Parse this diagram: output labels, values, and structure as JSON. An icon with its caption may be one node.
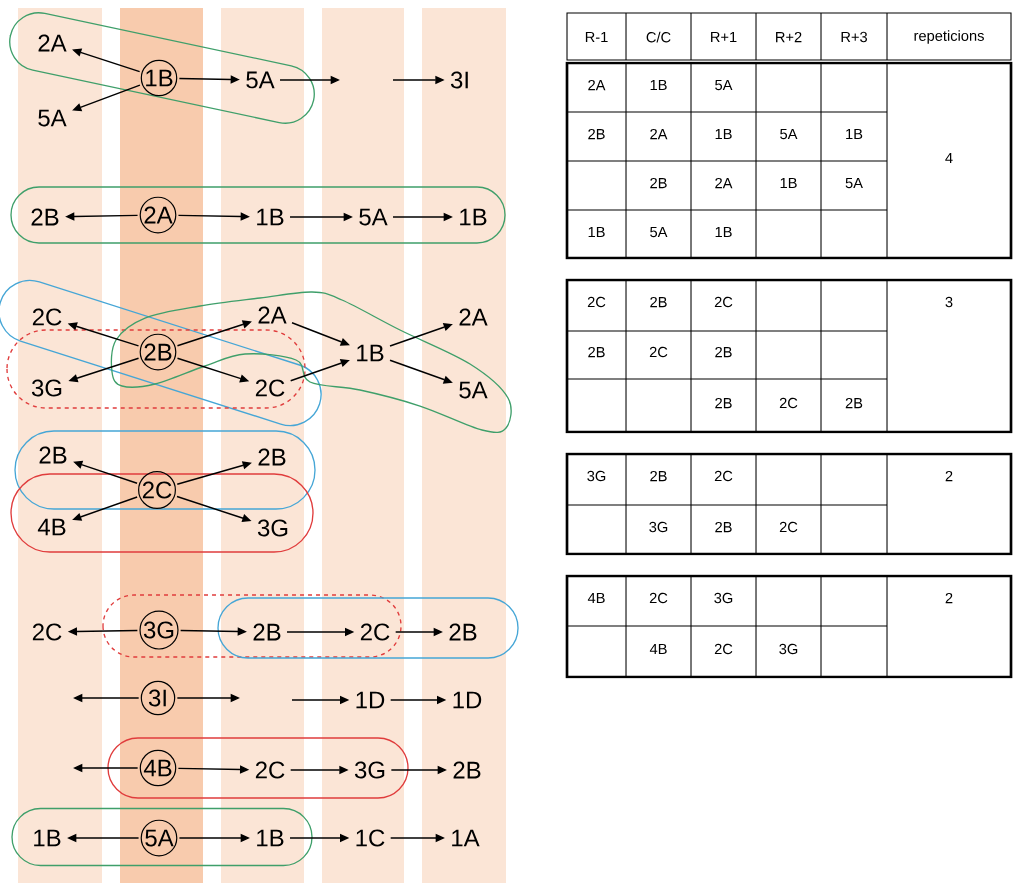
{
  "diagram": {
    "nodes": [
      {
        "text": [
          "2A"
        ]
      },
      {
        "text": [
          "1B"
        ]
      },
      {
        "text": [
          "5A"
        ]
      },
      {
        "text": [
          "3I"
        ]
      },
      {
        "text": [
          "5A"
        ]
      },
      {
        "text": [
          "2B"
        ]
      },
      {
        "text": [
          "2A"
        ]
      },
      {
        "text": [
          "1B"
        ]
      },
      {
        "text": [
          "5A"
        ]
      },
      {
        "text": [
          "1B"
        ]
      },
      {
        "text": [
          "2C"
        ]
      },
      {
        "text": [
          "2A"
        ]
      },
      {
        "text": [
          "2A"
        ]
      },
      {
        "text": [
          "2B"
        ]
      },
      {
        "text": [
          "1B"
        ]
      },
      {
        "text": [
          "3G"
        ]
      },
      {
        "text": [
          "2C"
        ]
      },
      {
        "text": [
          "5A"
        ]
      },
      {
        "text": [
          "2B"
        ]
      },
      {
        "text": [
          "2B"
        ]
      },
      {
        "text": [
          "2C"
        ]
      },
      {
        "text": [
          "4B"
        ]
      },
      {
        "text": [
          "3G"
        ]
      },
      {
        "text": [
          "2C"
        ]
      },
      {
        "text": [
          "3G"
        ]
      },
      {
        "text": [
          "2B"
        ]
      },
      {
        "text": [
          "2C"
        ]
      },
      {
        "text": [
          "2B"
        ]
      },
      {
        "text": [
          "3I"
        ]
      },
      {
        "text": [
          "1D"
        ]
      },
      {
        "text": [
          "1D"
        ]
      },
      {
        "text": [
          "4B"
        ]
      },
      {
        "text": [
          "2C"
        ]
      },
      {
        "text": [
          "3G"
        ]
      },
      {
        "text": [
          "2B"
        ]
      },
      {
        "text": [
          "1B"
        ]
      },
      {
        "text": [
          "5A"
        ]
      },
      {
        "text": [
          "1B"
        ]
      },
      {
        "text": [
          "1C"
        ]
      },
      {
        "text": [
          "1A"
        ]
      }
    ],
    "edges": [
      {
        "from": 1,
        "to": 0,
        "arrow": "to"
      },
      {
        "from": 1,
        "to": 2,
        "arrow": "to"
      },
      {
        "from": 1,
        "to": 4,
        "arrow": "to"
      },
      {
        "from": 2,
        "to": null,
        "arrow": "to"
      },
      {
        "from": null,
        "to": 3,
        "arrow": "to"
      },
      {
        "from": 6,
        "to": 5,
        "arrow": "to"
      },
      {
        "from": 6,
        "to": 7,
        "arrow": "to"
      },
      {
        "from": 7,
        "to": 8,
        "arrow": "to"
      },
      {
        "from": 8,
        "to": 9,
        "arrow": "to"
      },
      {
        "from": 13,
        "to": 10,
        "arrow": "to"
      },
      {
        "from": 13,
        "to": 11,
        "arrow": "to"
      },
      {
        "from": 11,
        "to": 14,
        "arrow": "to"
      },
      {
        "from": 14,
        "to": 12,
        "arrow": "to"
      },
      {
        "from": 13,
        "to": 15,
        "arrow": "to"
      },
      {
        "from": 13,
        "to": 16,
        "arrow": "to"
      },
      {
        "from": 16,
        "to": 14,
        "arrow": "to"
      },
      {
        "from": 14,
        "to": 17,
        "arrow": "to"
      },
      {
        "from": 20,
        "to": 18,
        "arrow": "to"
      },
      {
        "from": 20,
        "to": 19,
        "arrow": "to"
      },
      {
        "from": 20,
        "to": 21,
        "arrow": "to"
      },
      {
        "from": 20,
        "to": 22,
        "arrow": "to"
      },
      {
        "from": 24,
        "to": 23,
        "arrow": "to"
      },
      {
        "from": 24,
        "to": 25,
        "arrow": "to"
      },
      {
        "from": 25,
        "to": 26,
        "arrow": "to"
      },
      {
        "from": 26,
        "to": 27,
        "arrow": "to"
      },
      {
        "from": 28,
        "to": null,
        "arrow": "to"
      },
      {
        "from": 28,
        "to": null,
        "arrow": "to"
      },
      {
        "from": null,
        "to": 29,
        "arrow": "to"
      },
      {
        "from": 29,
        "to": 30,
        "arrow": "to"
      },
      {
        "from": 31,
        "to": null,
        "arrow": "to"
      },
      {
        "from": 31,
        "to": 32,
        "arrow": "to"
      },
      {
        "from": 32,
        "to": 33,
        "arrow": "to"
      },
      {
        "from": 33,
        "to": 34,
        "arrow": "to"
      },
      {
        "from": 36,
        "to": 35,
        "arrow": "to"
      },
      {
        "from": 36,
        "to": 37,
        "arrow": "to"
      },
      {
        "from": 37,
        "to": 38,
        "arrow": "to"
      },
      {
        "from": 38,
        "to": 39,
        "arrow": "to"
      }
    ],
    "labels": [
      "R-1",
      "C/C",
      "R+1",
      "R+2",
      "R+3",
      "repeticions",
      "2A",
      "1B",
      "5A",
      "2B",
      "2A",
      "1B",
      "5A",
      "1B",
      "4",
      "2B",
      "2A",
      "1B",
      "5A",
      "1B",
      "5A",
      "1B",
      "2C",
      "2B",
      "2C",
      "3",
      "2B",
      "2C",
      "2B",
      "2B",
      "2C",
      "2B",
      "3G",
      "2B",
      "2C",
      "2",
      "3G",
      "2B",
      "2C",
      "4B",
      "2C",
      "3G",
      "2",
      "4B",
      "2C",
      "3G"
    ]
  }
}
